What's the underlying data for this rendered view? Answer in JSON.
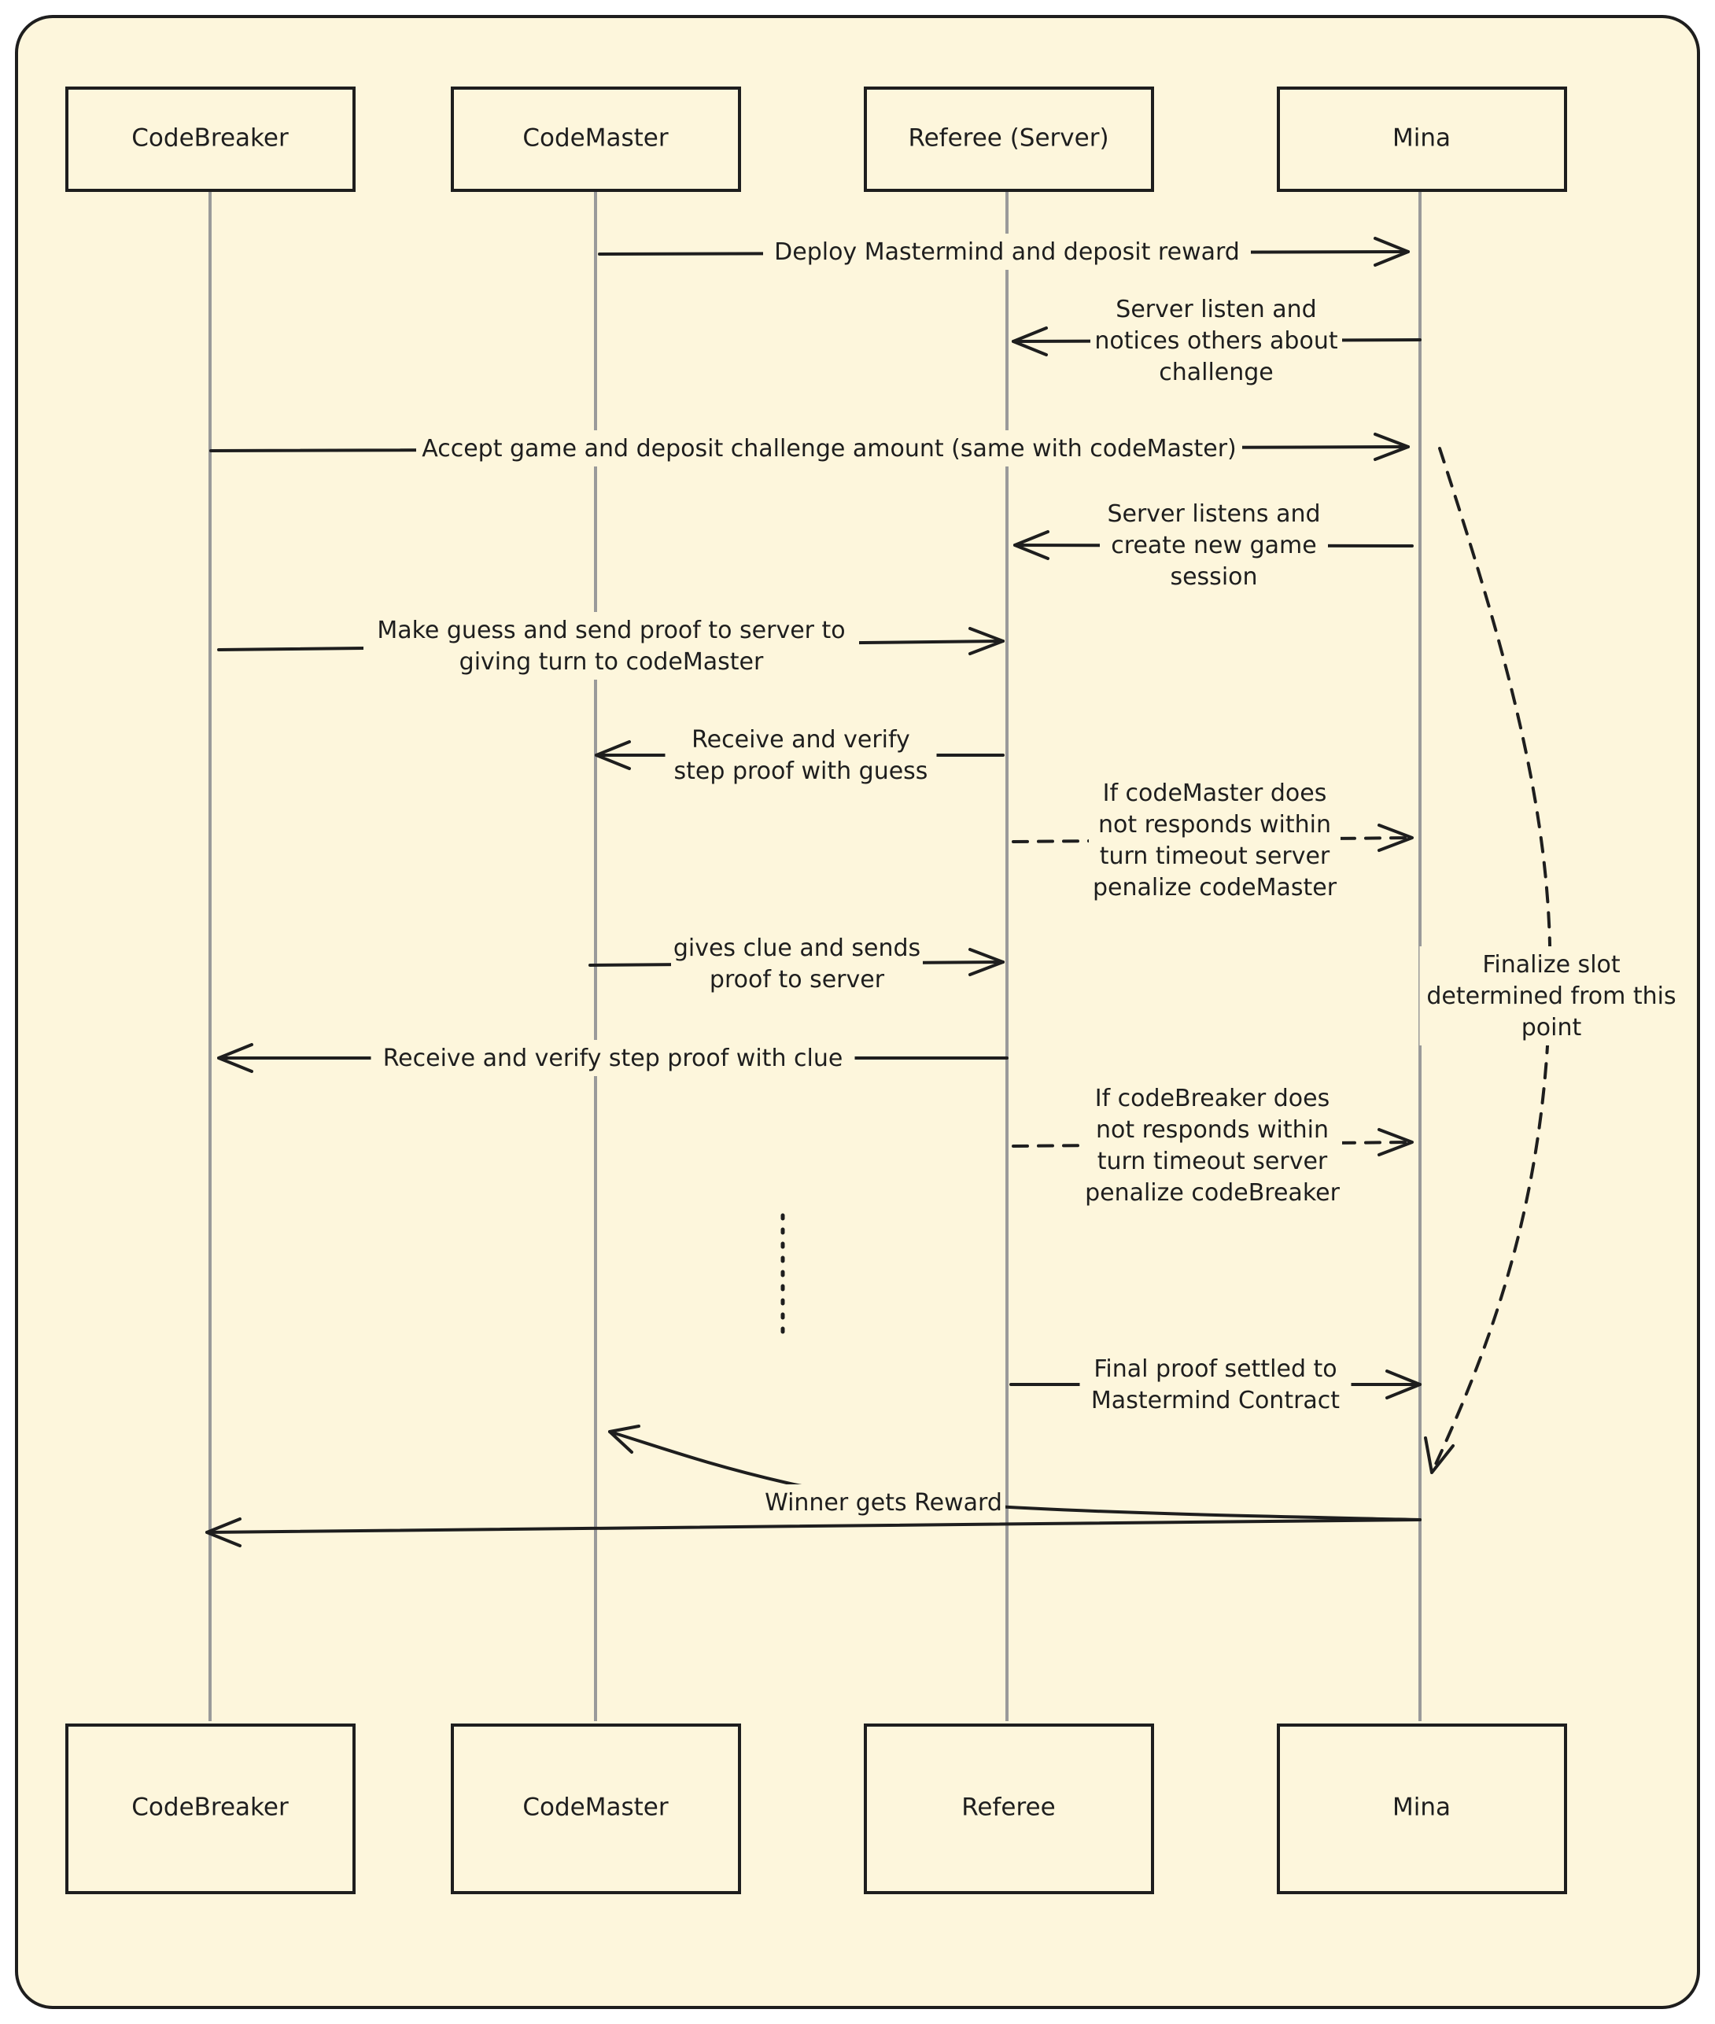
{
  "participants_top": [
    "CodeBreaker",
    "CodeMaster",
    "Referee (Server)",
    "Mina"
  ],
  "participants_bottom": [
    "CodeBreaker",
    "CodeMaster",
    "Referee",
    "Mina"
  ],
  "messages": [
    {
      "id": "m1",
      "lines": [
        "Deploy Mastermind and deposit reward"
      ]
    },
    {
      "id": "m2",
      "lines": [
        "Server listen and",
        "notices others about",
        "challenge"
      ]
    },
    {
      "id": "m3",
      "lines": [
        "Accept game and deposit challenge amount (same with codeMaster)"
      ]
    },
    {
      "id": "m4",
      "lines": [
        "Server listens and",
        "create new game",
        "session"
      ]
    },
    {
      "id": "m5",
      "lines": [
        "Make guess and send proof to server to",
        "giving turn to codeMaster"
      ]
    },
    {
      "id": "m6",
      "lines": [
        "Receive and verify",
        "step proof with guess"
      ]
    },
    {
      "id": "m7",
      "lines": [
        "If codeMaster does",
        "not responds within",
        "turn timeout server",
        "penalize codeMaster"
      ]
    },
    {
      "id": "m8",
      "lines": [
        "gives clue and sends",
        "proof to server"
      ]
    },
    {
      "id": "m9",
      "lines": [
        "Receive and verify step proof with clue"
      ]
    },
    {
      "id": "m10",
      "lines": [
        "If codeBreaker does",
        "not responds within",
        "turn timeout server",
        "penalize codeBreaker"
      ]
    },
    {
      "id": "m11",
      "lines": [
        "Final proof settled to",
        "Mastermind Contract"
      ]
    },
    {
      "id": "m12",
      "lines": [
        "Winner gets Reward"
      ]
    },
    {
      "id": "m13",
      "lines": [
        "Finalize slot",
        "determined from this",
        "point"
      ]
    }
  ],
  "colors": {
    "background": "#fdf6dc",
    "stroke": "#1e1e1e",
    "lifeline": "#9a9a9a"
  }
}
